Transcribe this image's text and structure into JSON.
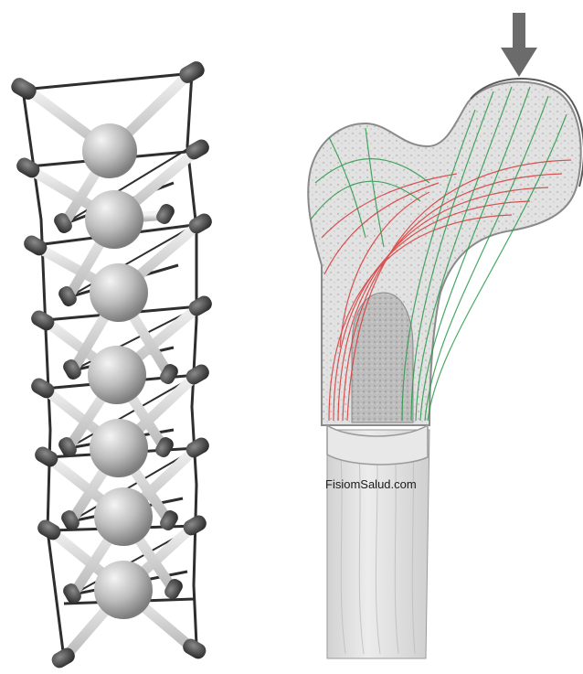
{
  "image": {
    "left_figure": "tensegrity-column-model",
    "right_figure": "femur-trabecular-lines-diagram",
    "watermark_text": "FisiomSalud.com",
    "colors": {
      "compression_lines": "#2a9a4a",
      "tension_lines": "#d83a3a",
      "strut": "#d9d9d9",
      "cable": "#2e2e2e",
      "sphere": "#bdbdbd",
      "arrow": "#6b6b6b"
    }
  }
}
